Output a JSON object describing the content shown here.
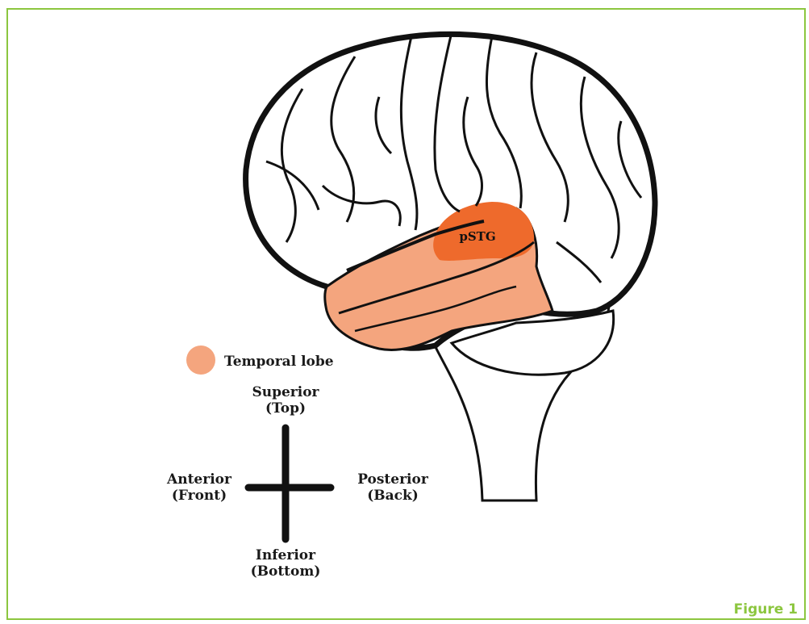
{
  "region_label": "pSTG",
  "legend": {
    "label": "Temporal lobe",
    "swatch_color": "#f4a57e"
  },
  "colors": {
    "temporal_lobe": "#f4a57e",
    "pstg": "#ee6a2c",
    "outline": "#111111",
    "frame": "#8cc63f"
  },
  "compass": {
    "superior": {
      "line1": "Superior",
      "line2": "(Top)"
    },
    "inferior": {
      "line1": "Inferior",
      "line2": "(Bottom)"
    },
    "anterior": {
      "line1": "Anterior",
      "line2": "(Front)"
    },
    "posterior": {
      "line1": "Posterior",
      "line2": "(Back)"
    }
  },
  "figure_label": "Figure 1"
}
